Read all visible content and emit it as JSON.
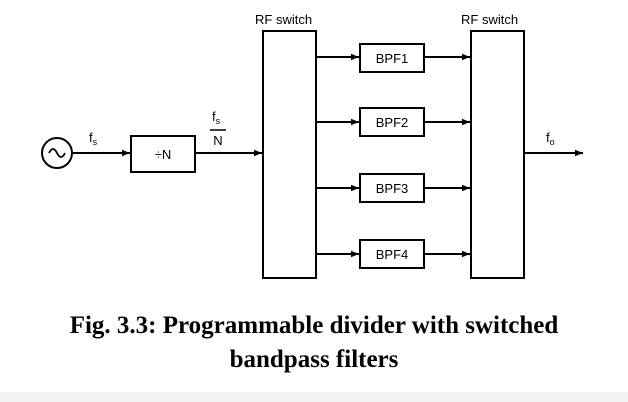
{
  "diagram": {
    "rf_switch_left_label": "RF switch",
    "rf_switch_right_label": "RF switch",
    "input_signal_label": "f",
    "input_signal_sub": "s",
    "divider_label": "÷N",
    "divided_numerator": "f",
    "divided_numerator_sub": "s",
    "divided_denominator": "N",
    "filters": [
      "BPF1",
      "BPF2",
      "BPF3",
      "BPF4"
    ],
    "output_signal_label": "f",
    "output_signal_sub": "o"
  },
  "caption": {
    "line1": "Fig. 3.3: Programmable divider with switched",
    "line2": "bandpass filters"
  }
}
